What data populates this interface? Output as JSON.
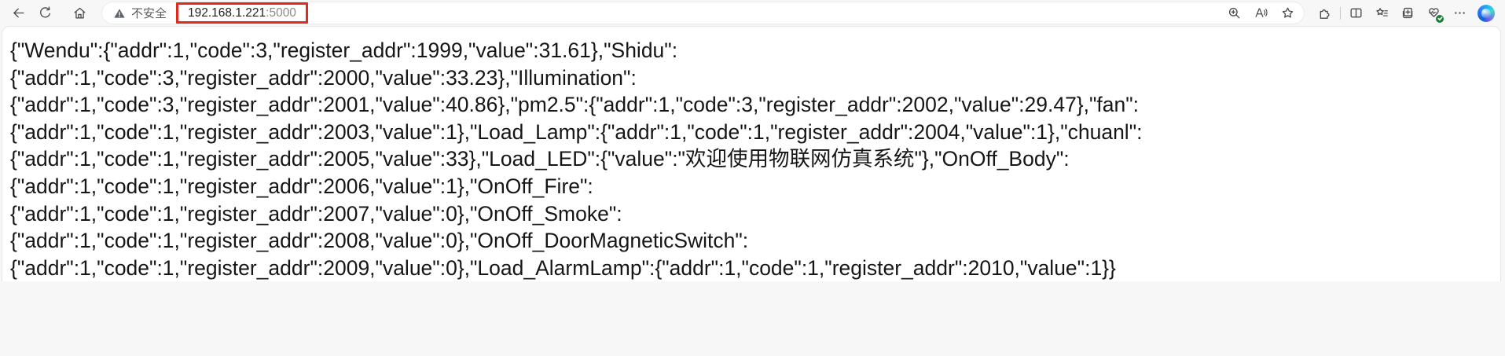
{
  "toolbar": {
    "security_label": "不安全",
    "url_host": "192.168.1.221",
    "url_port": ":5000",
    "annotation_color": "#e12a1e",
    "badge_color": "#1a7f37",
    "icon_names": [
      "back-icon",
      "refresh-icon",
      "home-icon",
      "warning-icon",
      "zoom-in-icon",
      "read-aloud-icon",
      "favorite-star-icon",
      "extensions-puzzle-icon",
      "split-screen-icon",
      "collections-icon",
      "tab-copy-plus-icon",
      "browser-essentials-icon",
      "checkmark-badge-icon",
      "ellipsis-icon",
      "copilot-icon"
    ]
  },
  "content": {
    "lines": [
      "{\"Wendu\":{\"addr\":1,\"code\":3,\"register_addr\":1999,\"value\":31.61},\"Shidu\":",
      "{\"addr\":1,\"code\":3,\"register_addr\":2000,\"value\":33.23},\"Illumination\":",
      "{\"addr\":1,\"code\":3,\"register_addr\":2001,\"value\":40.86},\"pm2.5\":{\"addr\":1,\"code\":3,\"register_addr\":2002,\"value\":29.47},\"fan\":",
      "{\"addr\":1,\"code\":1,\"register_addr\":2003,\"value\":1},\"Load_Lamp\":{\"addr\":1,\"code\":1,\"register_addr\":2004,\"value\":1},\"chuanl\":",
      "{\"addr\":1,\"code\":1,\"register_addr\":2005,\"value\":33},\"Load_LED\":{\"value\":\"欢迎使用物联网仿真系统\"},\"OnOff_Body\":",
      "{\"addr\":1,\"code\":1,\"register_addr\":2006,\"value\":1},\"OnOff_Fire\":",
      "{\"addr\":1,\"code\":1,\"register_addr\":2007,\"value\":0},\"OnOff_Smoke\":",
      "{\"addr\":1,\"code\":1,\"register_addr\":2008,\"value\":0},\"OnOff_DoorMagneticSwitch\":",
      "{\"addr\":1,\"code\":1,\"register_addr\":2009,\"value\":0},\"Load_AlarmLamp\":{\"addr\":1,\"code\":1,\"register_addr\":2010,\"value\":1}}"
    ]
  }
}
